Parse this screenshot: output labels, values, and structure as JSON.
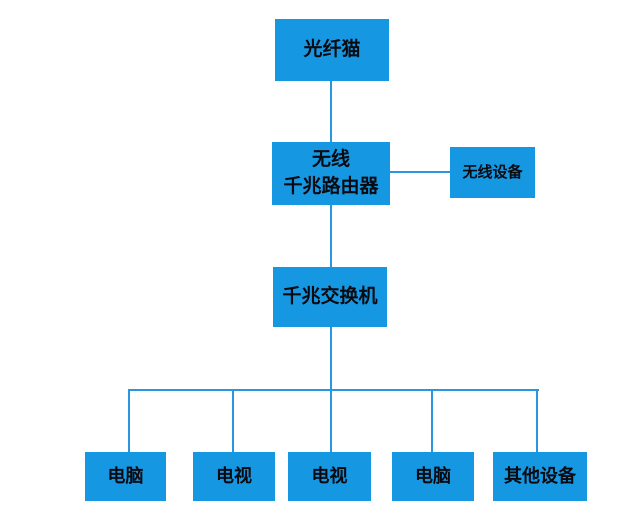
{
  "colors": {
    "node_fill": "#1697e2",
    "edge_color": "#2a96e0",
    "node_text": "#0a0a10",
    "background": "#ffffff"
  },
  "nodes": {
    "modem": {
      "label": "光纤猫"
    },
    "router": {
      "label": "无线\n千兆路由器"
    },
    "wireless_device": {
      "label": "无线设备"
    },
    "switch": {
      "label": "千兆交换机"
    },
    "pc_left": {
      "label": "电脑"
    },
    "tv_left": {
      "label": "电视"
    },
    "tv_center": {
      "label": "电视"
    },
    "pc_right": {
      "label": "电脑"
    },
    "other_devices": {
      "label": "其他设备"
    }
  },
  "edges": [
    {
      "from": "光纤猫",
      "to": "无线千兆路由器"
    },
    {
      "from": "无线千兆路由器",
      "to": "无线设备"
    },
    {
      "from": "无线千兆路由器",
      "to": "千兆交换机"
    },
    {
      "from": "千兆交换机",
      "to": "电脑"
    },
    {
      "from": "千兆交换机",
      "to": "电视"
    },
    {
      "from": "千兆交换机",
      "to": "电视"
    },
    {
      "from": "千兆交换机",
      "to": "电脑"
    },
    {
      "from": "千兆交换机",
      "to": "其他设备"
    }
  ]
}
